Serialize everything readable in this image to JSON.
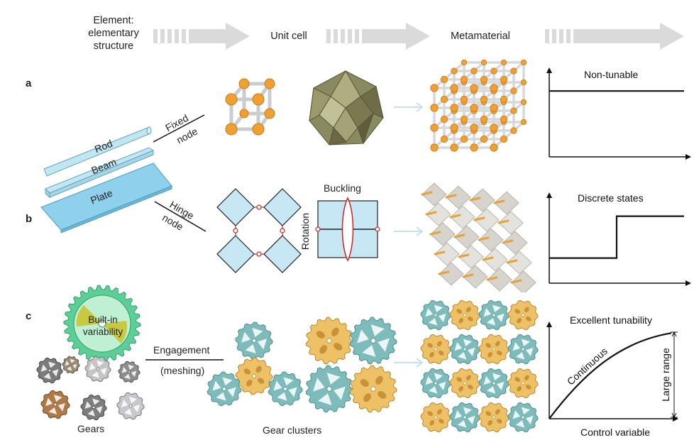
{
  "header": {
    "element_line1": "Element:",
    "element_line2": "elementary",
    "element_line3": "structure",
    "unit_cell": "Unit cell",
    "metamaterial": "Metamaterial"
  },
  "rows": {
    "a": "a",
    "b": "b",
    "c": "c"
  },
  "elements": {
    "rod": "Rod",
    "beam": "Beam",
    "plate": "Plate",
    "gears": "Gears",
    "builtin_line1": "Built-in",
    "builtin_line2": "variability"
  },
  "nodes": {
    "fixed_line1": "Fixed",
    "fixed_line2": "node",
    "hinge_line1": "Hinge",
    "hinge_line2": "node",
    "engagement": "Engagement",
    "meshing": "(meshing)"
  },
  "unit_cells": {
    "buckling": "Buckling",
    "rotation": "Rotation",
    "gear_clusters": "Gear clusters"
  },
  "charts": {
    "a_label": "Non-tunable",
    "b_label": "Discrete states",
    "c_label": "Excellent tunability",
    "c_curve_label": "Continuous",
    "c_range_label": "Large range",
    "c_xlabel": "Control variable"
  },
  "chart_data": [
    {
      "type": "line",
      "title": "Non-tunable",
      "series": [
        {
          "values": [
            [
              0,
              0.8
            ],
            [
              1,
              0.8
            ]
          ]
        }
      ]
    },
    {
      "type": "line",
      "title": "Discrete states",
      "series": [
        {
          "values": [
            [
              0,
              0.3
            ],
            [
              0.5,
              0.3
            ],
            [
              0.5,
              0.8
            ],
            [
              1,
              0.8
            ]
          ]
        }
      ]
    },
    {
      "type": "line",
      "title": "Excellent tunability",
      "xlabel": "Control variable",
      "series": [
        {
          "name": "Continuous",
          "values": [
            [
              0,
              0
            ],
            [
              0.2,
              0.32
            ],
            [
              0.45,
              0.6
            ],
            [
              0.7,
              0.8
            ],
            [
              1,
              0.95
            ]
          ]
        }
      ]
    }
  ],
  "colors": {
    "orange": "#f0a030",
    "light_blue": "#b9e3f0",
    "teal_gear": "#7dbcba",
    "yellow_gear": "#eec166",
    "arrow_gray": "#d9d9d9",
    "node_red": "#d02020"
  }
}
